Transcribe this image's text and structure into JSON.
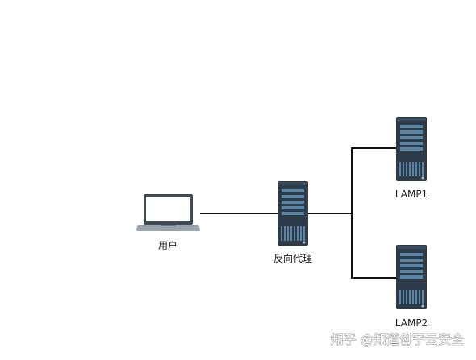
{
  "diagram": {
    "nodes": {
      "user": {
        "label": "用户",
        "icon": "laptop-icon"
      },
      "proxy": {
        "label": "反向代理",
        "icon": "server-icon"
      },
      "lamp1": {
        "label": "LAMP1",
        "icon": "server-icon"
      },
      "lamp2": {
        "label": "LAMP2",
        "icon": "server-icon"
      }
    },
    "edges": [
      {
        "from": "user",
        "to": "proxy"
      },
      {
        "from": "proxy",
        "to": "lamp1"
      },
      {
        "from": "proxy",
        "to": "lamp2"
      }
    ]
  },
  "watermark": {
    "text": "知乎 @知道创宇云安全"
  },
  "colors": {
    "server_body": "#2d3a48",
    "server_stripe": "#5b86a6",
    "laptop_frame": "#3e4a56",
    "laptop_screen": "#ffffff",
    "connector": "#111111"
  }
}
